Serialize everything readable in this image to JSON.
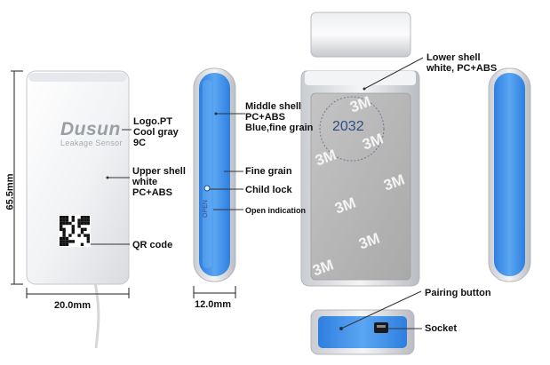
{
  "dimensions": {
    "height": "65.5mm",
    "width_front": "20.0mm",
    "width_side": "12.0mm"
  },
  "front": {
    "logo": "Dusun",
    "subtitle": "Leakage Sensor"
  },
  "labels": {
    "logo_pt": "Logo.PT\nCool gray\n9C",
    "upper_shell": "Upper shell\nwhite\nPC+ABS",
    "qr_code": "QR code",
    "middle_shell": "Middle shell\nPC+ABS\nBlue,fine grain",
    "fine_grain": "Fine grain",
    "child_lock": "Child lock",
    "open_indication": "Open indication",
    "lower_shell": "Lower shell\nwhite, PC+ABS",
    "pairing_button": "Pairing button",
    "socket": "Socket"
  },
  "side": {
    "open_text": "OPEN"
  },
  "back": {
    "tape": [
      "3M",
      "3M",
      "3M",
      "3M",
      "3M",
      "3M",
      "3M"
    ],
    "battery": "2032"
  },
  "colors": {
    "blue": "#3f8ee6",
    "tape": "#b8b8b8",
    "shell": "#ffffff"
  }
}
